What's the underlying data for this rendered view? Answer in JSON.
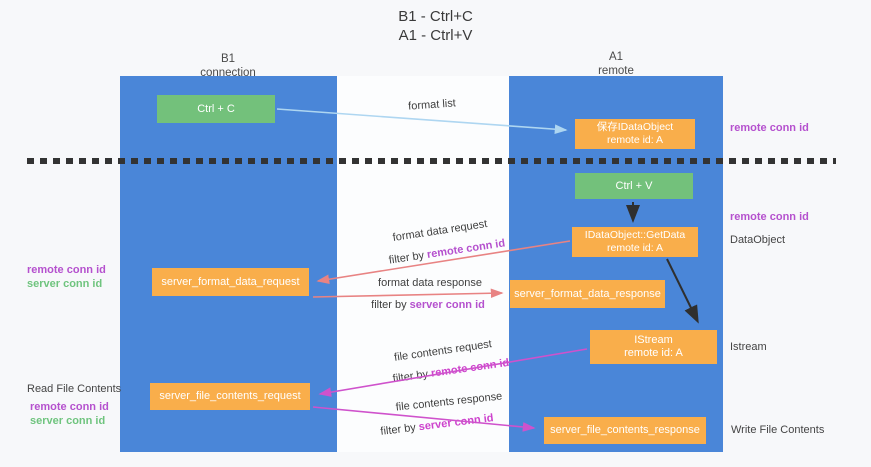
{
  "title": {
    "line1": "B1 - Ctrl+C",
    "line2": "A1 - Ctrl+V"
  },
  "lanes": {
    "left": {
      "name": "B1",
      "role": "connection"
    },
    "right": {
      "name": "A1",
      "role": "remote"
    }
  },
  "boxes": {
    "ctrl_c": {
      "label": "Ctrl + C"
    },
    "save_idataobject": {
      "line1": "保存IDataObject",
      "line2": "remote id: A"
    },
    "ctrl_v": {
      "label": "Ctrl + V"
    },
    "getdata": {
      "line1": "IDataObject::GetData",
      "line2": "remote id: A"
    },
    "server_format_data_request": {
      "label": "server_format_data_request"
    },
    "server_format_data_response": {
      "label": "server_format_data_response"
    },
    "istream": {
      "line1": "IStream",
      "line2": "remote id: A"
    },
    "server_file_contents_request": {
      "label": "server_file_contents_request"
    },
    "server_file_contents_response": {
      "label": "server_file_contents_response"
    }
  },
  "arrows": {
    "format_list": {
      "label": "format list"
    },
    "format_data_request": {
      "label": "format data request",
      "filter_prefix": "filter by ",
      "filter_key": "remote conn id"
    },
    "format_data_response": {
      "label": "format data response",
      "filter_prefix": "filter by ",
      "filter_key": "server conn id"
    },
    "file_contents_request": {
      "label": "file contents request",
      "filter_prefix": "filter by ",
      "filter_key": "remote conn id"
    },
    "file_contents_response": {
      "label": "file contents response",
      "filter_prefix": "filter by ",
      "filter_key": "server conn id"
    }
  },
  "annotations": {
    "right": {
      "remote_conn_id_top": "remote conn id",
      "remote_conn_id_mid": "remote conn id",
      "dataobject": "DataObject",
      "istream": "Istream",
      "write_file_contents": "Write File Contents"
    },
    "left": {
      "remote_conn_id_top": "remote conn id",
      "server_conn_id_top": "server conn id",
      "read_file_contents": "Read File Contents",
      "remote_conn_id_bottom": "remote conn id",
      "server_conn_id_bottom": "server conn id"
    }
  },
  "colors": {
    "lane_blue": "#4a86d8",
    "box_orange": "#f9ae4b",
    "box_green": "#73c17b",
    "arrow_salmon": "#e88383",
    "arrow_magenta": "#cf52cc",
    "arrow_lightblue": "#aed6f1",
    "arrow_black": "#2f2f2f",
    "label_purple": "#b551ce",
    "label_magenta": "#cd43cd",
    "label_green": "#6fc47e"
  }
}
